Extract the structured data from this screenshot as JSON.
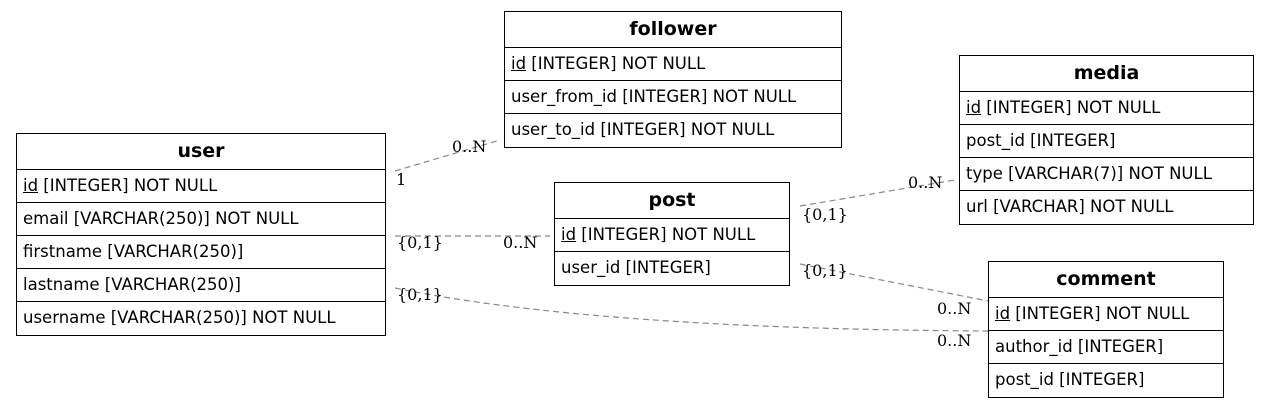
{
  "tables": {
    "follower": {
      "name": "follower",
      "columns": [
        {
          "key": "id",
          "rest": " [INTEGER] NOT NULL"
        },
        {
          "text": "user_from_id [INTEGER] NOT NULL"
        },
        {
          "text": "user_to_id [INTEGER] NOT NULL"
        }
      ]
    },
    "media": {
      "name": "media",
      "columns": [
        {
          "key": "id",
          "rest": " [INTEGER] NOT NULL"
        },
        {
          "text": "post_id [INTEGER]"
        },
        {
          "text": "type [VARCHAR(7)] NOT NULL"
        },
        {
          "text": "url [VARCHAR] NOT NULL"
        }
      ]
    },
    "user": {
      "name": "user",
      "columns": [
        {
          "key": "id",
          "rest": " [INTEGER] NOT NULL"
        },
        {
          "text": "email [VARCHAR(250)] NOT NULL"
        },
        {
          "text": "firstname [VARCHAR(250)]"
        },
        {
          "text": "lastname [VARCHAR(250)]"
        },
        {
          "text": "username [VARCHAR(250)] NOT NULL"
        }
      ]
    },
    "post": {
      "name": "post",
      "columns": [
        {
          "key": "id",
          "rest": " [INTEGER] NOT NULL"
        },
        {
          "text": "user_id [INTEGER]"
        }
      ]
    },
    "comment": {
      "name": "comment",
      "columns": [
        {
          "key": "id",
          "rest": " [INTEGER] NOT NULL"
        },
        {
          "text": "author_id [INTEGER]"
        },
        {
          "text": "post_id [INTEGER]"
        }
      ]
    }
  },
  "relationships": {
    "user_follower": {
      "from": "user",
      "to": "follower",
      "from_card": "1",
      "to_card": "0..N"
    },
    "user_post": {
      "from": "user",
      "to": "post",
      "from_card": "{0,1}",
      "to_card": "0..N"
    },
    "user_comment": {
      "from": "user",
      "to": "comment",
      "from_card": "{0,1}",
      "to_card": "0..N"
    },
    "post_media": {
      "from": "post",
      "to": "media",
      "from_card": "{0,1}",
      "to_card": "0..N"
    },
    "post_comment": {
      "from": "post",
      "to": "comment",
      "from_card": "{0,1}",
      "to_card": "0..N"
    }
  },
  "colors": {
    "edge": "#888888",
    "border": "#000000",
    "background": "#ffffff"
  }
}
